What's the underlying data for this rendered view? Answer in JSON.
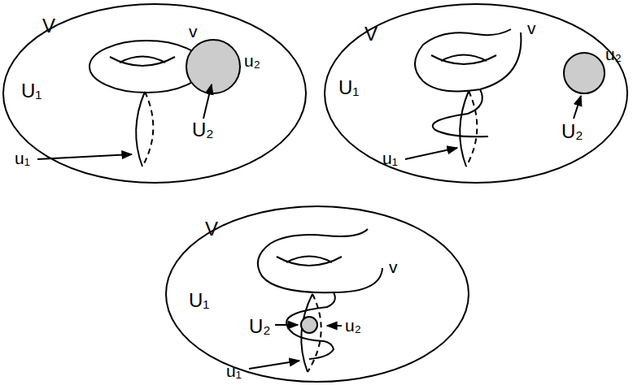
{
  "diagram": {
    "labels": [
      "V",
      "v",
      "U₁",
      "u₁",
      "U₂",
      "u₂",
      "V",
      "v",
      "U₁",
      "u₁",
      "u₂",
      "U₂",
      "V",
      "v",
      "U₁",
      "U₂",
      "u₂",
      "u₁"
    ]
  }
}
